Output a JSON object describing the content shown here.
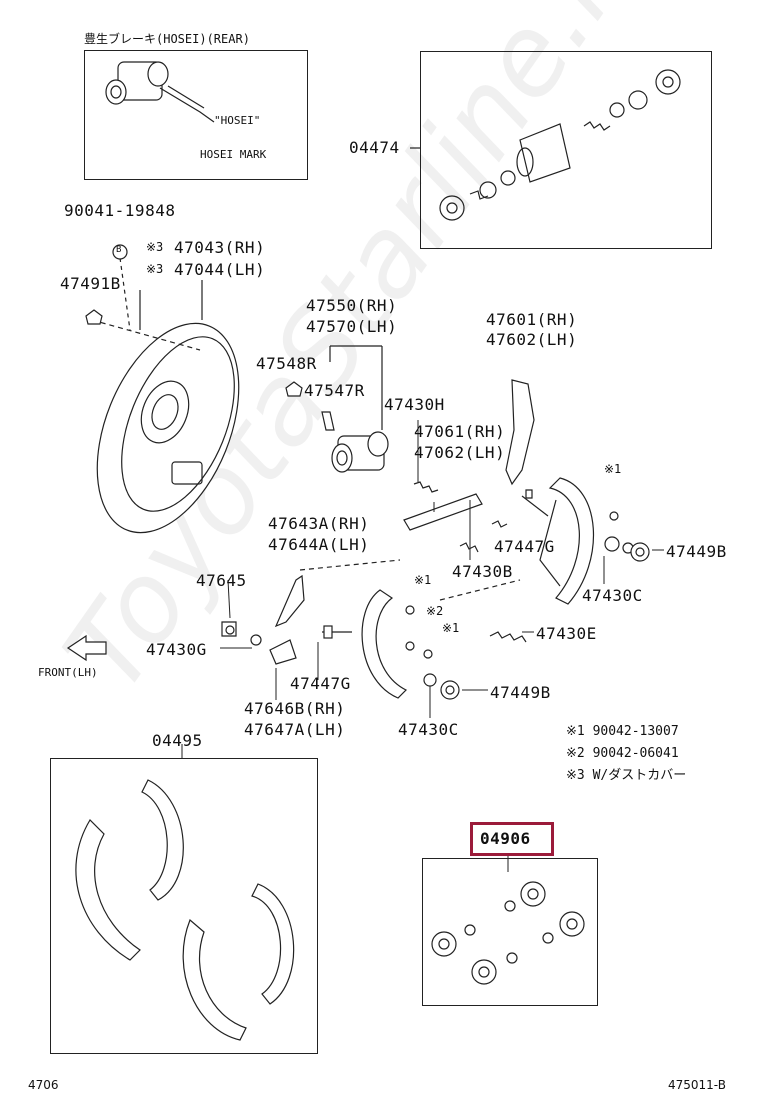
{
  "hosei": {
    "title": "豊生ブレーキ(HOSEI)(REAR)",
    "mark_quote": "\"HOSEI\"",
    "mark_label": "HOSEI MARK"
  },
  "labels": {
    "p04474": "04474",
    "p90041": "90041-19848",
    "p47043": "47043(RH)",
    "p47044": "47044(LH)",
    "p47491B": "47491B",
    "p47550": "47550(RH)",
    "p47570": "47570(LH)",
    "p47548R": "47548R",
    "p47547R": "47547R",
    "p47430H": "47430H",
    "p47601": "47601(RH)",
    "p47602": "47602(LH)",
    "p47061": "47061(RH)",
    "p47062": "47062(LH)",
    "p47447G_a": "47447G",
    "p47449B_a": "47449B",
    "p47430B": "47430B",
    "p47430C_a": "47430C",
    "p47643A": "47643A(RH)",
    "p47644A": "47644A(LH)",
    "p47645": "47645",
    "p47430G": "47430G",
    "p47430E": "47430E",
    "p47447G_b": "47447G",
    "p47449B_b": "47449B",
    "p47646B": "47646B(RH)",
    "p47647A": "47647A(LH)",
    "p47430C_b": "47430C",
    "p04495": "04495",
    "p04906": "04906"
  },
  "marks": {
    "m3": "※3",
    "m1": "※1",
    "m2": "※2",
    "bolt_b": "B"
  },
  "front_label": "FRONT(LH)",
  "notes": [
    {
      "mark": "※1",
      "text": "90042-13007"
    },
    {
      "mark": "※2",
      "text": "90042-06041"
    },
    {
      "mark": "※3",
      "text": "W/ダストカバー"
    }
  ],
  "footer": {
    "left": "4706",
    "right": "475011-B"
  },
  "watermark": "ToyotaStarline.ru",
  "colors": {
    "highlight": "#9b1b3a",
    "line": "#222222"
  }
}
